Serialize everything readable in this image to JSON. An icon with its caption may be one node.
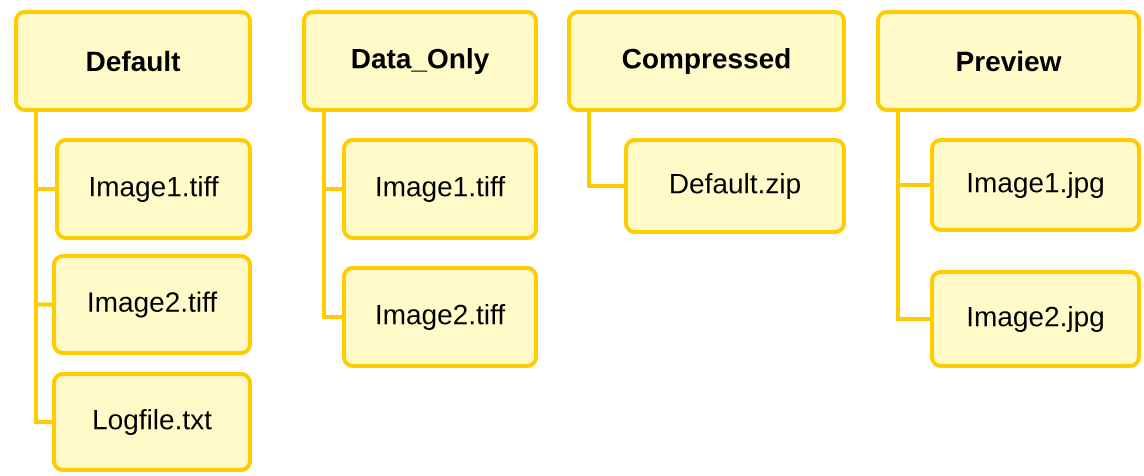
{
  "diagram": {
    "nodes": [
      {
        "text": [
          "Default"
        ]
      },
      {
        "text": [
          "Image1.tiff"
        ]
      },
      {
        "text": [
          "Image2.tiff"
        ]
      },
      {
        "text": [
          "Logfile.txt"
        ]
      },
      {
        "text": [
          "Data_Only"
        ]
      },
      {
        "text": [
          "Image1.tiff"
        ]
      },
      {
        "text": [
          "Image2.tiff"
        ]
      },
      {
        "text": [
          "Compressed"
        ]
      },
      {
        "text": [
          "Default.zip"
        ]
      },
      {
        "text": [
          "Preview"
        ]
      },
      {
        "text": [
          "Image1.jpg"
        ]
      },
      {
        "text": [
          "Image2.jpg"
        ]
      }
    ],
    "edges": [
      {
        "from": 0,
        "to": 1,
        "arrow": "none"
      },
      {
        "from": 0,
        "to": 2,
        "arrow": "none"
      },
      {
        "from": 0,
        "to": 3,
        "arrow": "none"
      },
      {
        "from": 4,
        "to": 5,
        "arrow": "none"
      },
      {
        "from": 4,
        "to": 6,
        "arrow": "none"
      },
      {
        "from": 7,
        "to": 8,
        "arrow": "none"
      },
      {
        "from": 9,
        "to": 10,
        "arrow": "none"
      },
      {
        "from": 9,
        "to": 11,
        "arrow": "none"
      }
    ]
  }
}
